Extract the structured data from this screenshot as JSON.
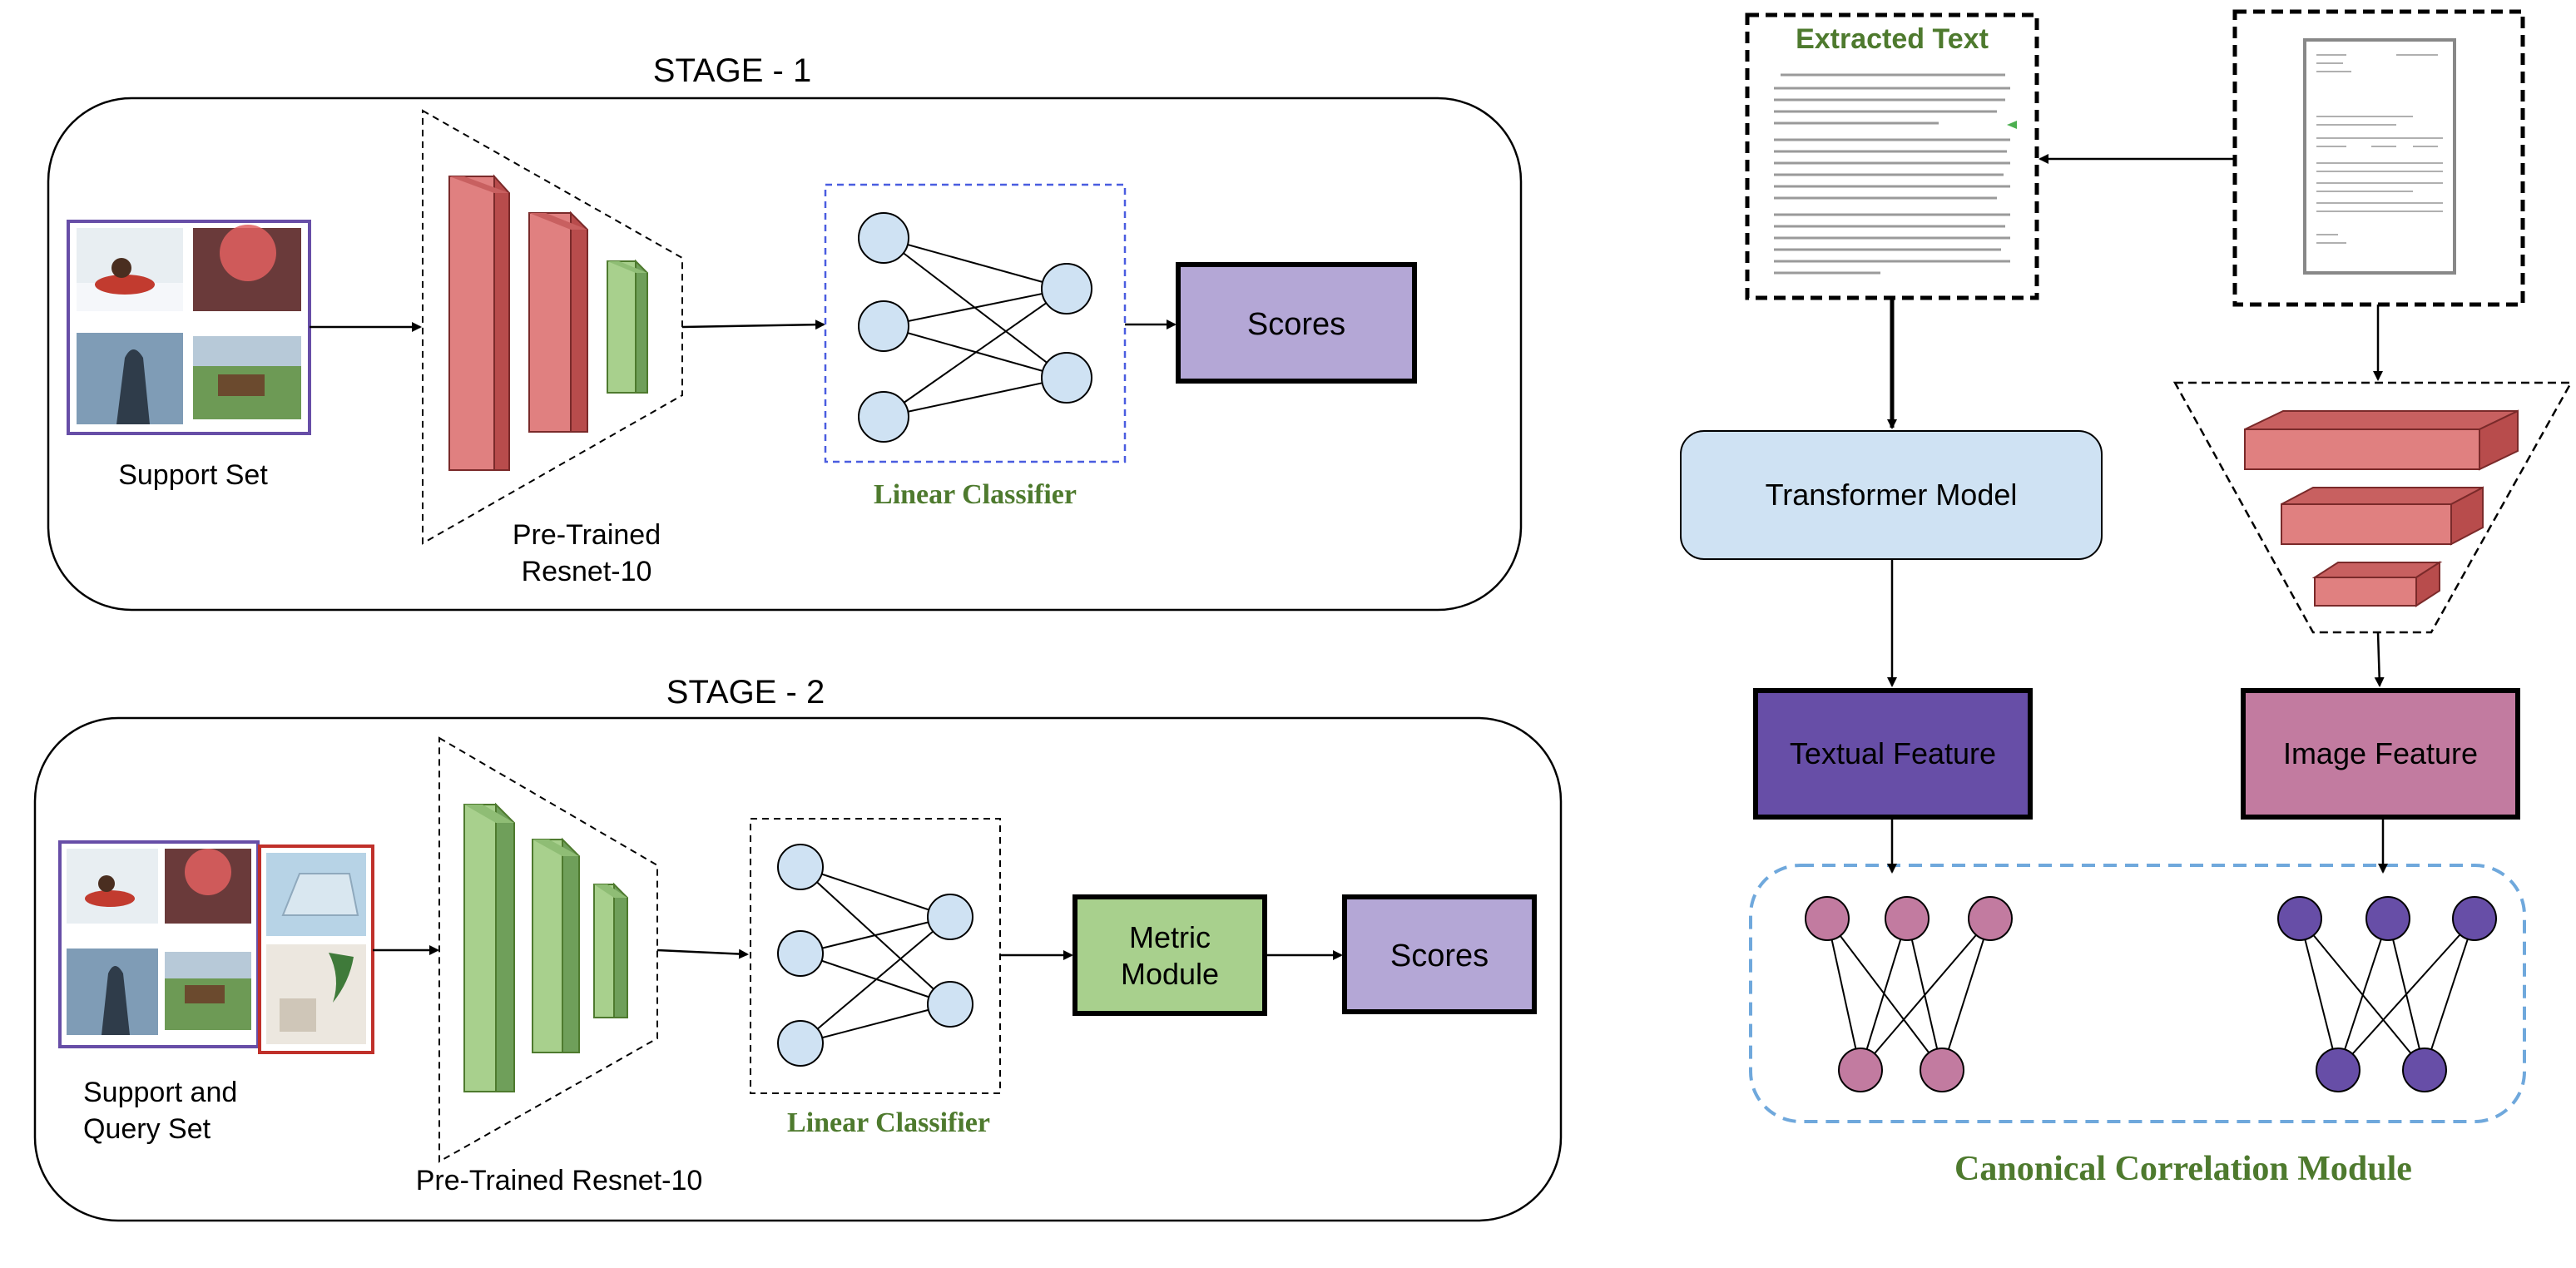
{
  "stage1": {
    "title": "STAGE - 1",
    "support_set_label": "Support Set",
    "backbone_label_line1": "Pre-Trained",
    "backbone_label_line2": "Resnet-10",
    "classifier_label": "Linear Classifier",
    "scores_label": "Scores"
  },
  "stage2": {
    "title": "STAGE - 2",
    "support_query_label_line1": "Support and",
    "support_query_label_line2": "Query Set",
    "backbone_label": "Pre-Trained Resnet-10",
    "classifier_label": "Linear Classifier",
    "metric_label_line1": "Metric",
    "metric_label_line2": "Module",
    "scores_label": "Scores"
  },
  "right": {
    "extracted_text_title": "Extracted Text",
    "transformer_label": "Transformer Model",
    "textual_feature_label": "Textual Feature",
    "image_feature_label": "Image Feature",
    "cca_label": "Canonical Correlation Module"
  },
  "colors": {
    "conv_red": "#e08080",
    "conv_red_dark": "#b84c4c",
    "conv_green": "#a8d08d",
    "conv_green_dark": "#6f9f5a",
    "scores_purple": "#b4a7d6",
    "metric_green": "#a8d08d",
    "classifier_text_green": "#4e7a2e",
    "transformer_blue": "#cfe2f3",
    "textual_purple": "#674ea7",
    "image_pink": "#c27ba0",
    "node_blue": "#cfe2f3",
    "dash_blue": "#4a5de0",
    "cca_dash": "#6fa8dc"
  }
}
